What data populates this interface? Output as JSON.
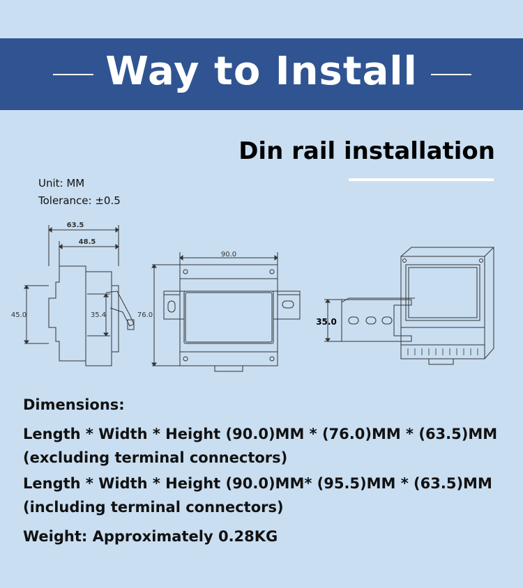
{
  "header": {
    "title": "Way to Install"
  },
  "section": {
    "title": "Din rail installation"
  },
  "meta": {
    "unit": "Unit: MM",
    "tolerance": "Tolerance: ±0.5"
  },
  "drawing": {
    "side_view": {
      "width_outer": "63.5",
      "width_inner": "48.5",
      "height_left": "45.0",
      "height_clip": "35.4"
    },
    "front_view": {
      "width": "90.0",
      "height": "76.0"
    },
    "rail_view": {
      "rail_height": "35.0"
    }
  },
  "dimensions": {
    "heading": "Dimensions:",
    "line1": "Length * Width * Height (90.0)MM * (76.0)MM * (63.5)MM",
    "line2": "(excluding terminal connectors)",
    "line3": "Length * Width * Height (90.0)MM* (95.5)MM * (63.5)MM",
    "line4": "(including terminal connectors)",
    "weight": "Weight: Approximately 0.28KG"
  },
  "colors": {
    "background": "#c9def1",
    "banner": "#2f5491",
    "line": "#333333"
  }
}
